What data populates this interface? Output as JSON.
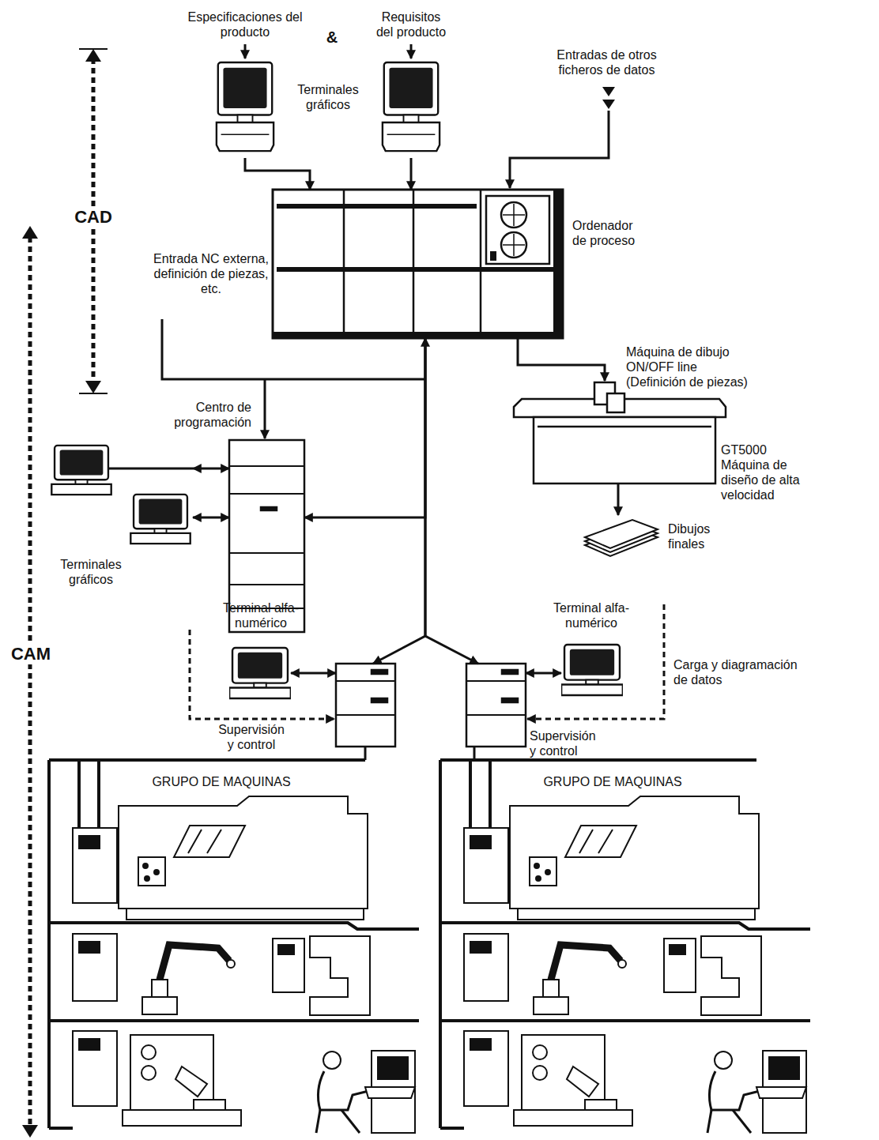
{
  "diagram": {
    "nodes": [
      {
        "text": [
          "Terminales gráficos"
        ]
      },
      {
        "text": [
          "Ordenador de proceso"
        ]
      },
      {
        "text": [
          "Máquina de dibujo ON/OFF line (Definición de piezas)",
          "GT5000 Máquina de diseño de alta velocidad"
        ]
      },
      {
        "text": [
          "Dibujos finales"
        ]
      },
      {
        "text": [
          "Centro de programación"
        ]
      },
      {
        "text": [
          "Terminales gráficos"
        ]
      },
      {
        "text": [
          "Supervisión y control"
        ]
      },
      {
        "text": [
          "Terminal alfa-numérico"
        ]
      },
      {
        "text": [
          "Supervisión y control"
        ]
      },
      {
        "text": [
          "Terminal alfa-numérico"
        ]
      },
      {
        "text": [
          "GRUPO DE MAQUINAS"
        ]
      },
      {
        "text": [
          "GRUPO DE MAQUINAS"
        ]
      }
    ],
    "edges": [
      {
        "from": 0,
        "to": 1,
        "arrow": "to"
      },
      {
        "from": 0,
        "to": 1,
        "arrow": "to"
      },
      {
        "from": 1,
        "to": 2,
        "arrow": "to"
      },
      {
        "from": 2,
        "to": 3,
        "arrow": "to"
      },
      {
        "from": 1,
        "to": 4,
        "arrow": "both"
      },
      {
        "from": 5,
        "to": 4,
        "arrow": "both"
      },
      {
        "from": 5,
        "to": 4,
        "arrow": "both"
      },
      {
        "from": 1,
        "to": 6,
        "arrow": "to"
      },
      {
        "from": 1,
        "to": 8,
        "arrow": "to"
      },
      {
        "from": 7,
        "to": 6,
        "arrow": "both"
      },
      {
        "from": 9,
        "to": 8,
        "arrow": "both"
      },
      {
        "from": 6,
        "to": 10,
        "arrow": "none"
      },
      {
        "from": 8,
        "to": 11,
        "arrow": "none"
      }
    ],
    "labels": [
      "Especificaciones del producto",
      "&",
      "Requisitos del producto",
      "Entradas de otros ficheros de datos",
      "CAD",
      "Entrada NC externa, definición de piezas, etc.",
      "CAM",
      "Carga y diagramación de datos"
    ]
  }
}
